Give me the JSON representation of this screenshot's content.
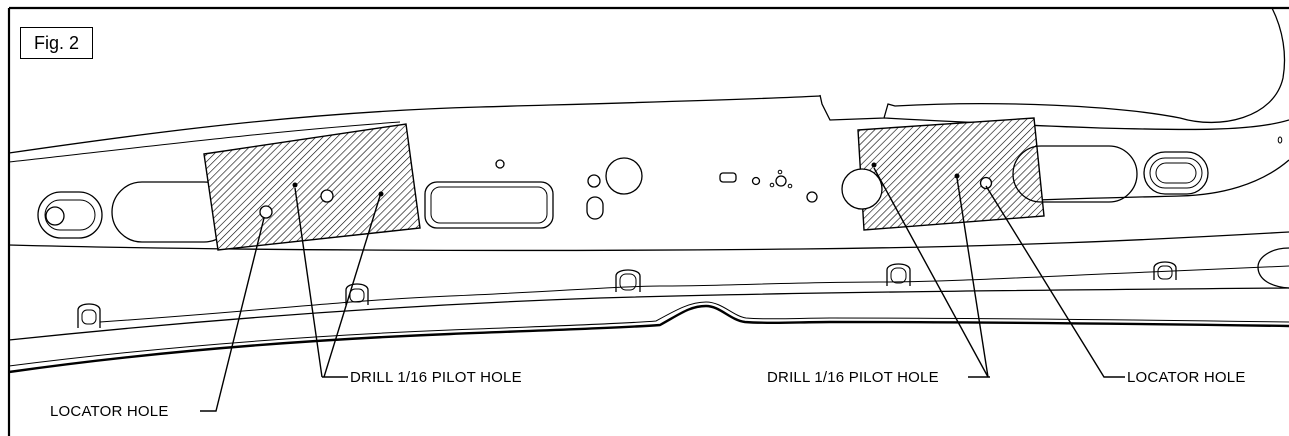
{
  "figure": {
    "label": "Fig. 2"
  },
  "callouts": {
    "locator_left": "LOCATOR HOLE",
    "drill_left": "DRILL 1/16 PILOT HOLE",
    "drill_right": "DRILL 1/16 PILOT HOLE",
    "locator_right": "LOCATOR HOLE"
  }
}
